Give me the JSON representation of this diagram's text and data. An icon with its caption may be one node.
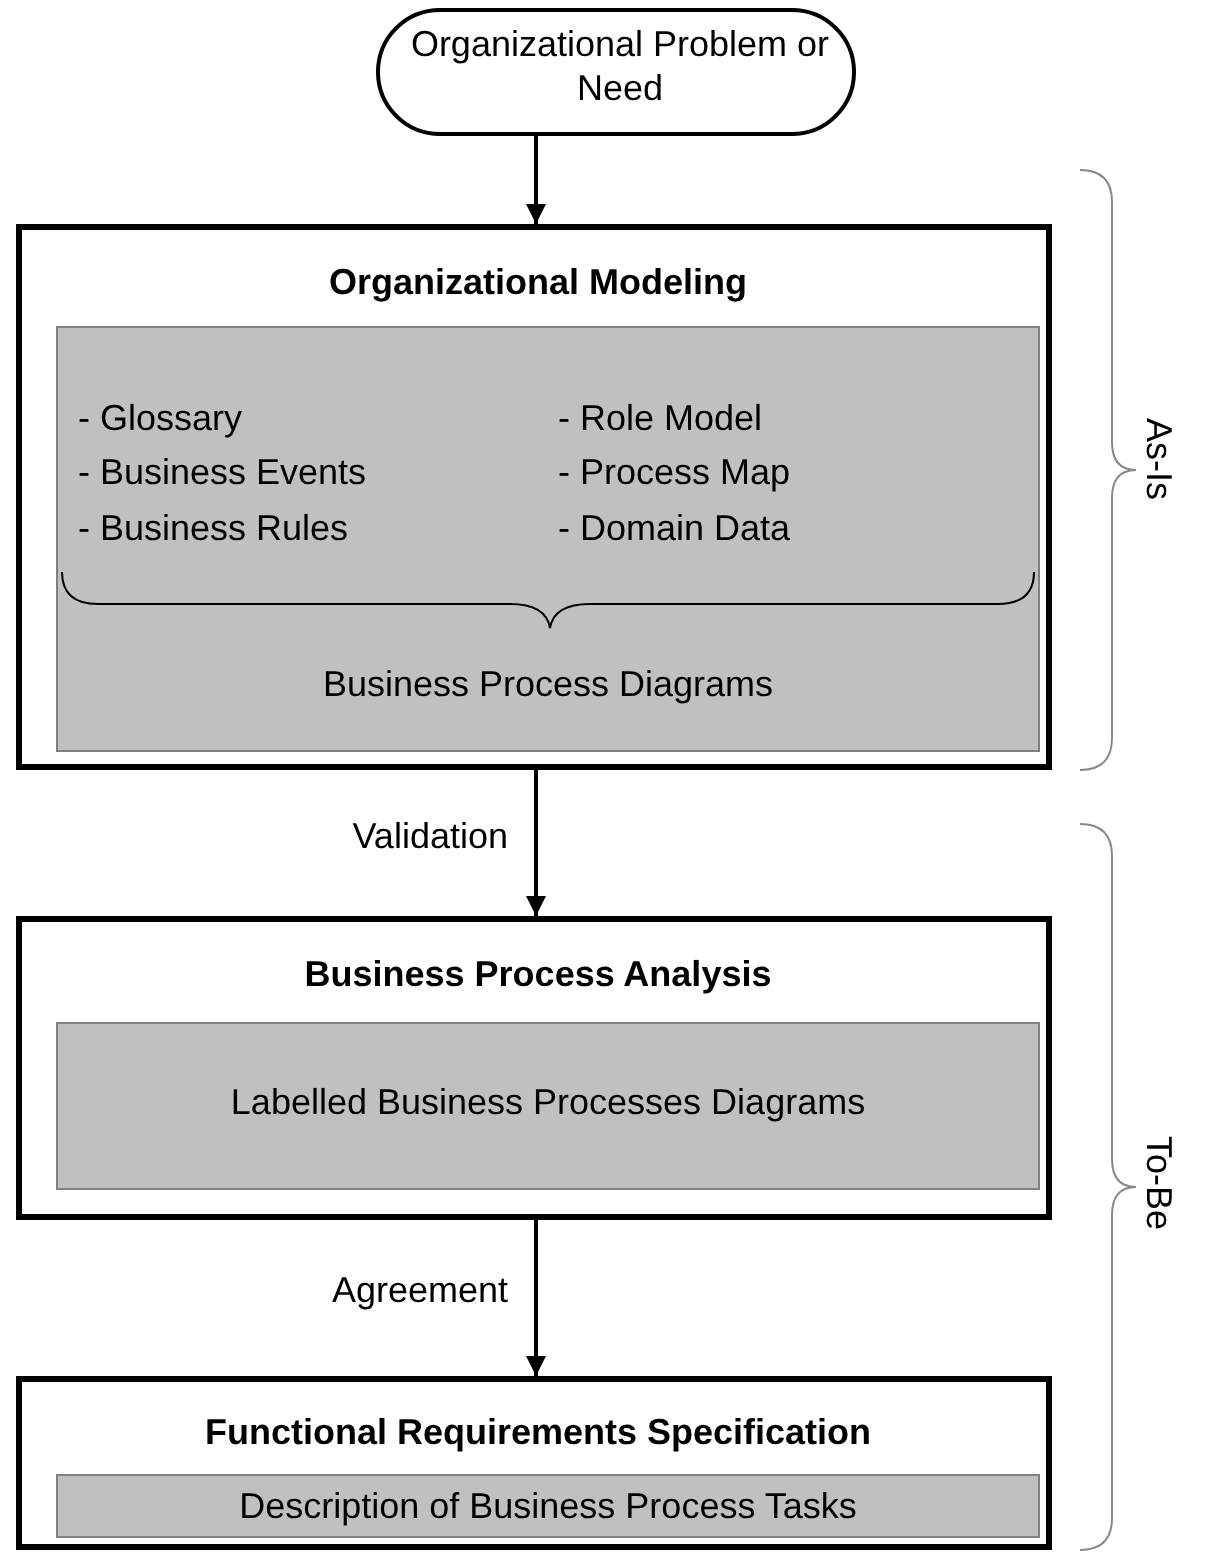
{
  "diagram": {
    "nodes": [
      {
        "text": [
          "Organizational Problem or Need"
        ]
      },
      {
        "text": [
          "Organizational Modeling"
        ]
      },
      {
        "text": [
          "- Glossary",
          "- Business Events",
          "- Business Rules",
          "- Role Model",
          "- Process Map",
          "- Domain Data",
          "Business Process Diagrams"
        ],
        "in": 1
      },
      {
        "text": [
          "Business Process Analysis"
        ]
      },
      {
        "text": [
          "Labelled Business Processes Diagrams"
        ],
        "in": 3
      },
      {
        "text": [
          "Functional Requirements Specification"
        ]
      },
      {
        "text": [
          "Description of Business Process Tasks"
        ],
        "in": 5
      }
    ],
    "edges": [
      {
        "from": 0,
        "to": 1,
        "arrow": "to"
      },
      {
        "from": 1,
        "to": 3,
        "arrow": "to",
        "label": "Validation"
      },
      {
        "from": 3,
        "to": 5,
        "arrow": "to",
        "label": "Agreement"
      }
    ],
    "labels": [
      "As-Is",
      "To-Be"
    ]
  }
}
